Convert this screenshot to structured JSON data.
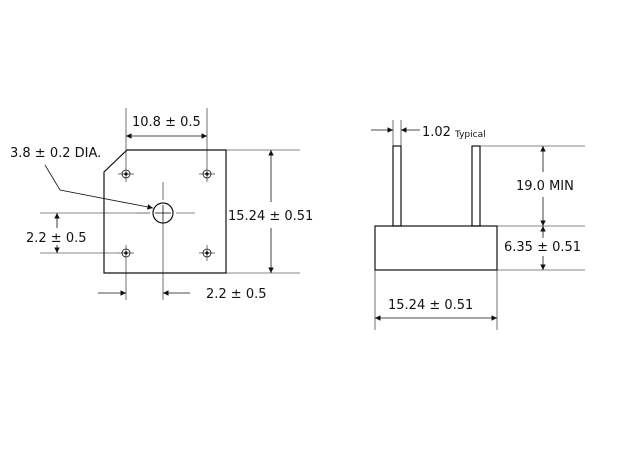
{
  "top_view": {
    "width_dim": "10.8  ± 0.5",
    "hole_dim": "3.8 ± 0.2  DIA.",
    "height_dim": "15.24  ±  0.51",
    "left_offset_dim": "2.2 ± 0.5",
    "bottom_offset_dim": "2.2 ± 0.5"
  },
  "side_view": {
    "lead_width_dim": "1.02",
    "lead_width_note": "Typical",
    "lead_length_dim": "19.0  MIN",
    "body_height_dim": "6.35  ±  0.51",
    "body_width_dim": "15.24  ±  0.51"
  }
}
